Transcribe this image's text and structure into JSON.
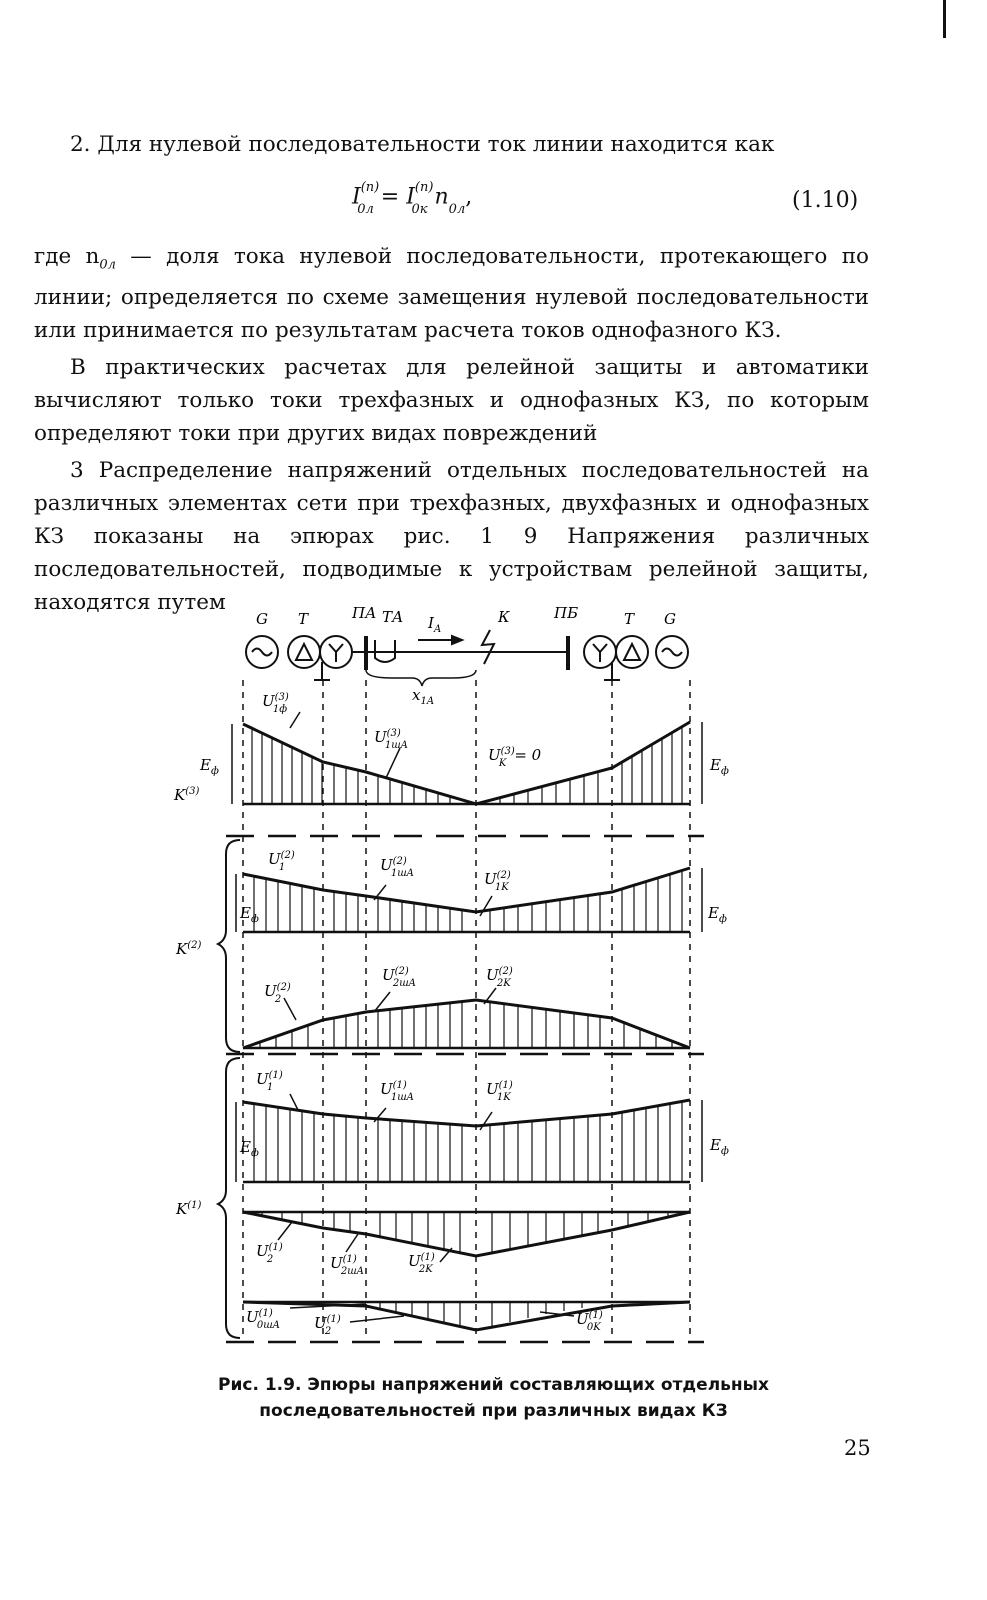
{
  "section": {
    "para_1_intro": "2. Для нулевой последовательности ток линии находится как",
    "formula": {
      "lhs_main": "I",
      "lhs_sup": "(n)",
      "lhs_sub": "0л",
      "equals": " = ",
      "rhs_main": "I",
      "rhs_sup": "(n)",
      "rhs_sub": "0к",
      "rhs_factor": "n",
      "rhs_factor_sub": "0л",
      "trail": ",",
      "number": "(1.10)"
    },
    "para_1_where": "где n",
    "para_1_where_sub": "0л",
    "para_1_rest": " — доля тока нулевой последовательности, протекающего по линии; определяется по схеме замещения нулевой последовательности или принимается по результатам расчета токов однофазного КЗ.",
    "para_2": "В практических расчетах для релейной защиты и автоматики вычисляют только токи трехфазных и однофазных КЗ, по которым определяют токи при других видах повреждений",
    "para_3": "3 Распределение напряжений отдельных последовательностей на различных элементах сети при трехфазных, двухфазных и однофазных КЗ показаны на эпюрах рис. 1 9 Напряжения различных последовательностей, подводимые к устройствам релейной защиты, находятся путем"
  },
  "figure": {
    "top_labels": {
      "G_left": "G",
      "T_left": "T",
      "PA": "ПА",
      "TA": "ТА",
      "IA": "I",
      "IA_sub": "A",
      "K": "К",
      "PB": "ПБ",
      "T_right": "T",
      "G_right": "G",
      "x1A": "x",
      "x1A_sub": "1A"
    },
    "k3": {
      "U1f": "U",
      "U1f_sub": "1ф",
      "U1f_sup": "(3)",
      "U1shA": "U",
      "U1shA_sub": "1шA",
      "U1shA_sup": "(3)",
      "UK": "U",
      "UK_sub": "K",
      "UK_sup": "(3)",
      "UK_eq": "= 0",
      "Ef_left": "E",
      "Ef_left_sub": "ф",
      "Ef_right": "E",
      "Ef_right_sub": "ф",
      "K3": "K",
      "K3_sup": "(3)"
    },
    "k2": {
      "U1": "U",
      "U1_sub": "1",
      "U1_sup": "(2)",
      "U1shA": "U",
      "U1shA_sub": "1шA",
      "U1shA_sup": "(2)",
      "U1K": "U",
      "U1K_sub": "1K",
      "U1K_sup": "(2)",
      "Ef_left": "E",
      "Ef_left_sub": "ф",
      "Ef_right": "E",
      "Ef_right_sub": "ф",
      "K2": "K",
      "K2_sup": "(2)",
      "U2": "U",
      "U2_sub": "2",
      "U2_sup": "(2)",
      "U2shA": "U",
      "U2shA_sub": "2шA",
      "U2shA_sup": "(2)",
      "U2K": "U",
      "U2K_sub": "2K",
      "U2K_sup": "(2)"
    },
    "k1": {
      "U1": "U",
      "U1_sub": "1",
      "U1_sup": "(1)",
      "U1shA": "U",
      "U1shA_sub": "1шA",
      "U1shA_sup": "(1)",
      "U1K": "U",
      "U1K_sub": "1K",
      "U1K_sup": "(1)",
      "Ef_left": "E",
      "Ef_left_sub": "ф",
      "Ef_right": "E",
      "Ef_right_sub": "ф",
      "K1": "K",
      "K1_sup": "(1)",
      "U2": "U",
      "U2_sub": "2",
      "U2_sup": "(1)",
      "U2shA": "U",
      "U2shA_sub": "2шA",
      "U2shA_sup": "(1)",
      "U2K": "U",
      "U2K_sub": "2K",
      "U2K_sup": "(1)",
      "U0shA": "U",
      "U0shA_sub": "0шA",
      "U0shA_sup": "(1)",
      "U2b": "U",
      "U2b_sub": "2",
      "U2b_sup": "(1)",
      "U0K": "U",
      "U0K_sub": "0K",
      "U0K_sup": "(1)"
    },
    "caption_line_1": "Рис. 1.9. Эпюры напряжений составляющих отдельных",
    "caption_line_2": "последовательностей при различных видах КЗ"
  },
  "page_number": "25"
}
